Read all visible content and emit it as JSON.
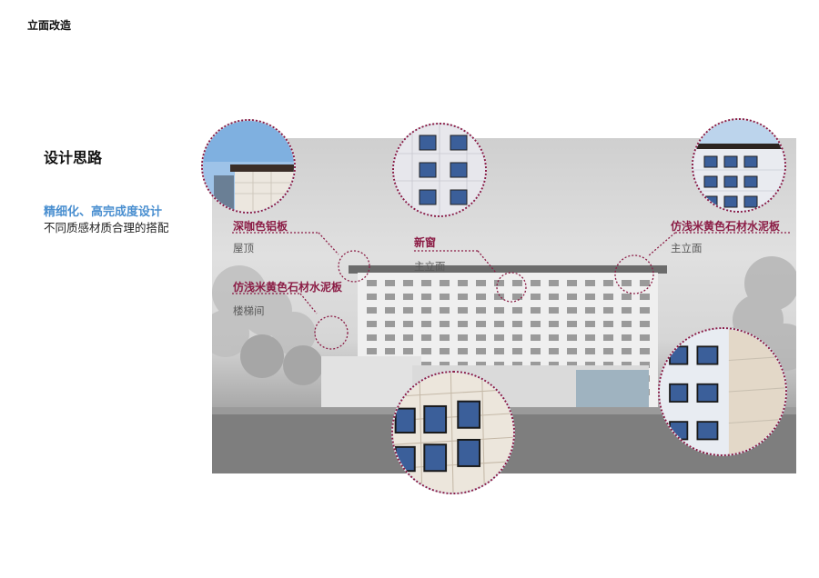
{
  "page": {
    "title": "立面改造"
  },
  "sidebar": {
    "heading": "设计思路",
    "highlight": "精细化、高完成度设计",
    "description": "不同质感材质合理的搭配"
  },
  "callouts": [
    {
      "label": "深咖色铝板",
      "sub": "屋顶"
    },
    {
      "label": "新窗",
      "sub": "主立面"
    },
    {
      "label": "仿浅米黄色石材水泥板",
      "sub": "主立面"
    },
    {
      "label": "仿浅米黄色石材水泥板",
      "sub": "楼梯间"
    }
  ],
  "colors": {
    "accent": "#8b1c45",
    "highlight": "#4a8fd0",
    "glass": "#3b5f9a",
    "facade": "#ece6dc"
  }
}
